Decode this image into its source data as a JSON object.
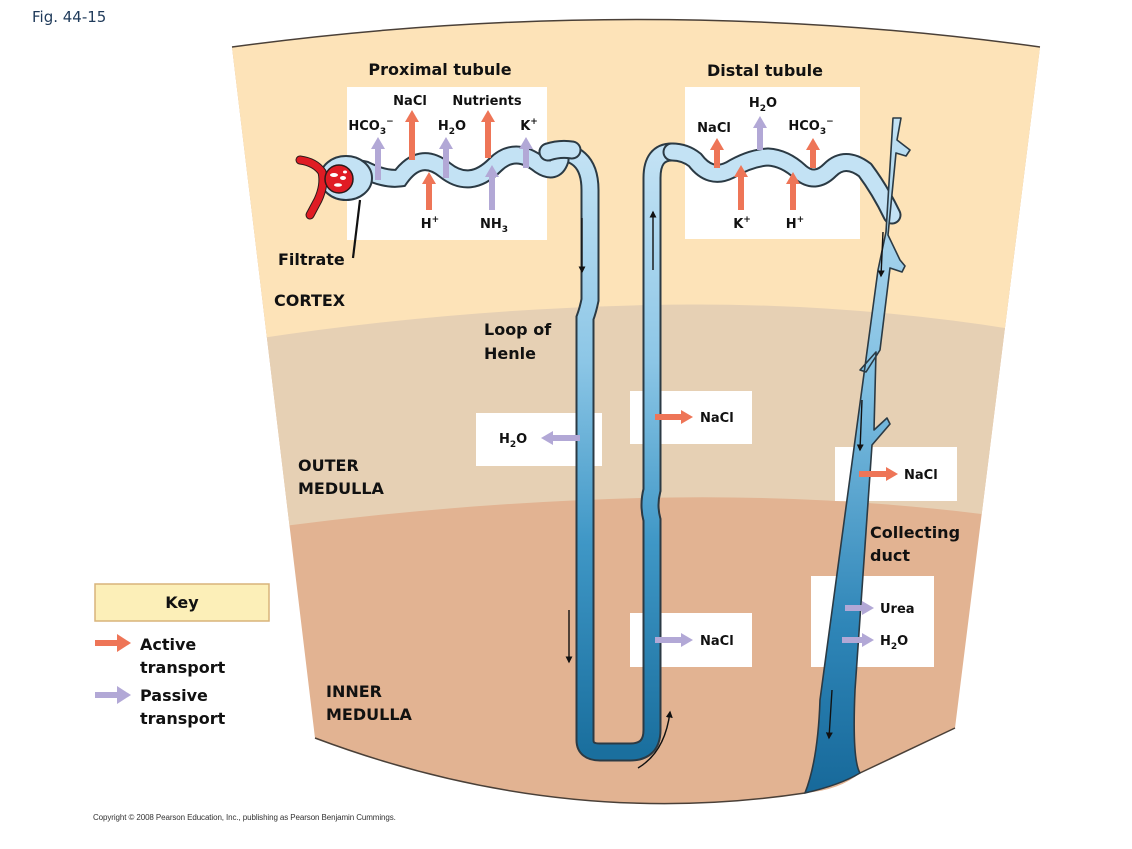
{
  "figure": {
    "label": "Fig. 44-15",
    "copyright": "Copyright © 2008 Pearson Education, Inc., publishing as Pearson Benjamin Cummings."
  },
  "colors": {
    "cortex": "#fde3b8",
    "outer_medulla": "#e6d0b4",
    "inner_medulla": "#e2b392",
    "active_arrow": "#ee7557",
    "passive_arrow": "#b2a8d6",
    "tubule_light": "#bfe0f2",
    "tubule_dark": "#1f78a8",
    "glomerulus": "#e01c24",
    "key_box": "#fcefb8"
  },
  "regions": {
    "cortex": "CORTEX",
    "outer_medulla_l1": "OUTER",
    "outer_medulla_l2": "MEDULLA",
    "inner_medulla_l1": "INNER",
    "inner_medulla_l2": "MEDULLA"
  },
  "structures": {
    "proximal": "Proximal tubule",
    "distal": "Distal tubule",
    "filtrate": "Filtrate",
    "loop_l1": "Loop of",
    "loop_l2": "Henle",
    "collecting_l1": "Collecting",
    "collecting_l2": "duct"
  },
  "proximal_box": {
    "out": [
      {
        "label": "HCO",
        "sub": "3",
        "sup": "−",
        "type": "passive"
      },
      {
        "label": "NaCl",
        "type": "active"
      },
      {
        "label": "H",
        "sub": "2",
        "rest": "O",
        "type": "passive"
      },
      {
        "label": "Nutrients",
        "type": "active"
      },
      {
        "label": "K",
        "sup": "+",
        "type": "passive"
      }
    ],
    "in": [
      {
        "label": "H",
        "sup": "+",
        "type": "active"
      },
      {
        "label": "NH",
        "sub": "3",
        "type": "passive"
      }
    ]
  },
  "distal_box": {
    "out": [
      {
        "label": "NaCl",
        "type": "active"
      },
      {
        "label": "H",
        "sub": "2",
        "rest": "O",
        "type": "passive"
      },
      {
        "label": "HCO",
        "sub": "3",
        "sup": "−",
        "type": "active"
      }
    ],
    "in": [
      {
        "label": "K",
        "sup": "+",
        "type": "active"
      },
      {
        "label": "H",
        "sup": "+",
        "type": "active"
      }
    ]
  },
  "loop_boxes": {
    "descending_outer": {
      "label": "H",
      "sub": "2",
      "rest": "O",
      "type": "passive"
    },
    "ascending_outer": {
      "label": "NaCl",
      "type": "active"
    },
    "ascending_inner": {
      "label": "NaCl",
      "type": "passive"
    }
  },
  "duct_boxes": {
    "outer": {
      "label": "NaCl",
      "type": "active"
    },
    "inner": [
      {
        "label": "Urea",
        "type": "passive"
      },
      {
        "label": "H",
        "sub": "2",
        "rest": "O",
        "type": "passive"
      }
    ]
  },
  "key": {
    "title": "Key",
    "active_l1": "Active",
    "active_l2": "transport",
    "passive_l1": "Passive",
    "passive_l2": "transport"
  }
}
